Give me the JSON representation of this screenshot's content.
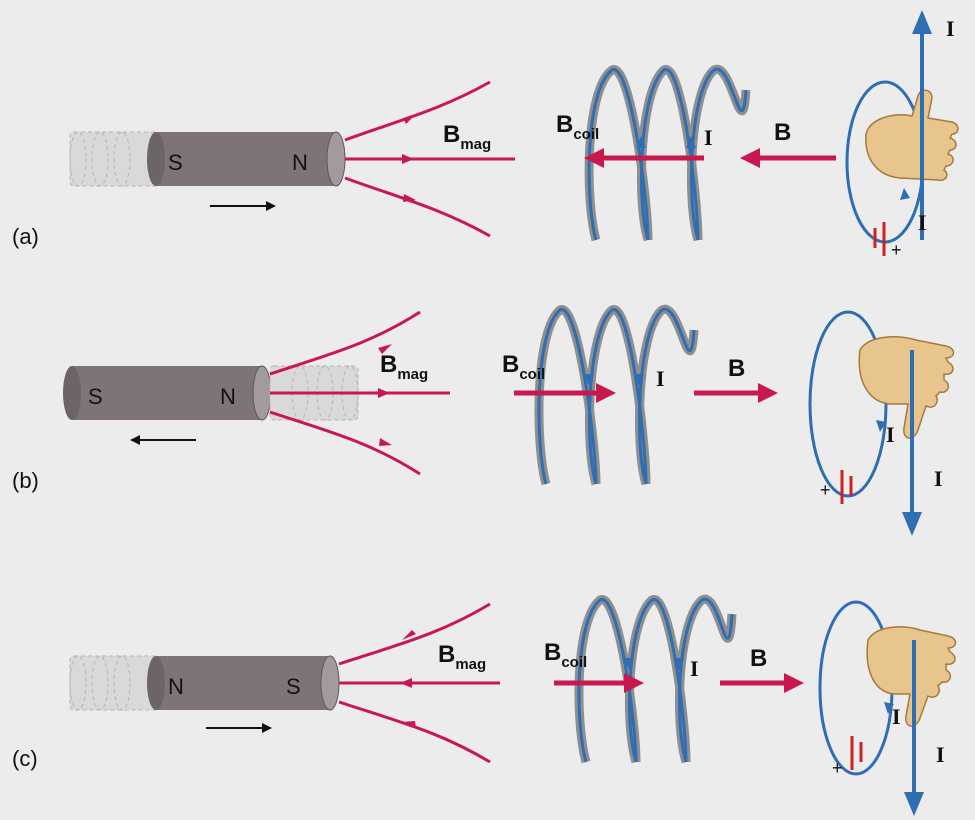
{
  "colors": {
    "background": "#ececec",
    "field_line": "#c8184e",
    "current": "#2f6eb2",
    "magnet_body": "#7d7378",
    "magnet_end": "#a39aa0",
    "coil_shadow": "#8f8f8f",
    "battery": "#cc2222",
    "hand": "#e8c58c",
    "hand_outline": "#a57a3e"
  },
  "icons": [
    "right-hand-rule-hand-icon",
    "battery-icon"
  ],
  "panels": [
    {
      "label": "(a)",
      "magnet_left_pole": "S",
      "magnet_right_pole": "N",
      "magnet_motion": "right",
      "b_mag_base": "B",
      "b_mag_sub": "mag",
      "b_mag_direction": "right",
      "b_coil_base": "B",
      "b_coil_sub": "coil",
      "b_coil_direction": "left",
      "b_label": "B",
      "b_direction": "left",
      "current_label": "I",
      "battery_plus": "+",
      "current_out_direction": "up"
    },
    {
      "label": "(b)",
      "magnet_left_pole": "S",
      "magnet_right_pole": "N",
      "magnet_motion": "left",
      "b_mag_base": "B",
      "b_mag_sub": "mag",
      "b_mag_direction": "right",
      "b_coil_base": "B",
      "b_coil_sub": "coil",
      "b_coil_direction": "right",
      "b_label": "B",
      "b_direction": "right",
      "current_label": "I",
      "battery_plus": "+",
      "current_out_direction": "down"
    },
    {
      "label": "(c)",
      "magnet_left_pole": "N",
      "magnet_right_pole": "S",
      "magnet_motion": "right",
      "b_mag_base": "B",
      "b_mag_sub": "mag",
      "b_mag_direction": "left",
      "b_coil_base": "B",
      "b_coil_sub": "coil",
      "b_coil_direction": "right",
      "b_label": "B",
      "b_direction": "right",
      "current_label": "I",
      "battery_plus": "+",
      "current_out_direction": "down"
    }
  ]
}
